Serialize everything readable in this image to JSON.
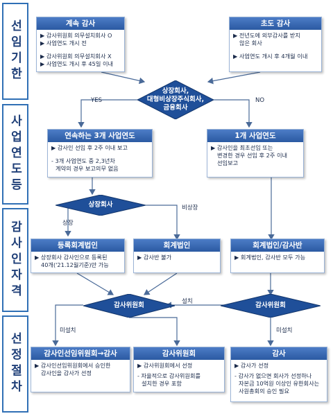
{
  "sections": [
    {
      "text": "선임기한"
    },
    {
      "text": "사업연도등"
    },
    {
      "text": "감사인자격"
    },
    {
      "text": "선정절차"
    }
  ],
  "boxes": {
    "continuous": {
      "title": "계속 감사",
      "lines": [
        "▶ 감사위원회 의무설치회사 O",
        "▶ 사업연도 개시 전",
        "▶ 감사위원회 의무설치회사 X",
        "▶ 사업연도 개시 후 45일 이내"
      ]
    },
    "first": {
      "title": "초도 감사",
      "lines": [
        "▶ 전년도에 외부감사를 받지",
        "않은 회사",
        "▶ 사업연도 개시 후 4개월 이내"
      ]
    },
    "three_year": {
      "title": "연속하는 3개 사업연도",
      "lines": [
        "▶ 감사인 선임 후 2주 이내 보고",
        "- 3개 사업연도 중 2,3년차",
        "계약의 경우 보고의무 없음"
      ]
    },
    "one_year": {
      "title": "1개 사업연도",
      "lines": [
        "▶ 감사인을 최초선임 또는",
        "변경한 경우 선임 후 2주 이내",
        "선임보고"
      ]
    },
    "registered": {
      "title": "등록회계법인",
      "lines": [
        "▶ 상장회사 감사인으로 등록된",
        "40개('21.12월기준)만 가능"
      ]
    },
    "accounting": {
      "title": "회계법인",
      "lines": [
        "▶ 감사반 불가"
      ]
    },
    "accounting_or_team": {
      "title": "회계법인/감사반",
      "lines": [
        "▶ 회계법인, 감사반 모두 가능"
      ]
    },
    "committee_to_auditor": {
      "title": "감사인선임위원회→감사",
      "lines": [
        "▶ 감사인선임위원회에서 승인한",
        "감사인을 감사가 선정"
      ]
    },
    "audit_committee": {
      "title": "감사위원회",
      "lines": [
        "▶ 감사위원회에서 선정",
        "- 자율적으로 감사위원회를",
        "설치한 경우 포함"
      ]
    },
    "auditor": {
      "title": "감사",
      "lines": [
        "▶ 감사가 선정",
        "- 감사가 없으면 회사가 선정하나",
        "자본금 10억원 이상인 유한회사는",
        "사원총회의 승인 필요"
      ]
    }
  },
  "diamonds": {
    "top": {
      "lines": [
        "상장회사,",
        "대형비상장주식회사,",
        "금융회사"
      ]
    },
    "listed": {
      "lines": [
        "상장회사"
      ]
    },
    "committee_left": {
      "lines": [
        "감사위원회"
      ]
    },
    "committee_right": {
      "lines": [
        "감사위원회"
      ]
    }
  },
  "labels": {
    "yes": "YES",
    "no": "NO",
    "listed": "상장",
    "unlisted": "비상장",
    "installed": "설치",
    "not_installed_left": "미설치",
    "not_installed_right": "미설치"
  },
  "colors": {
    "accent": "#2b5aa2",
    "section_border": "#2f6fb5",
    "diamond": "#1f4f99"
  }
}
